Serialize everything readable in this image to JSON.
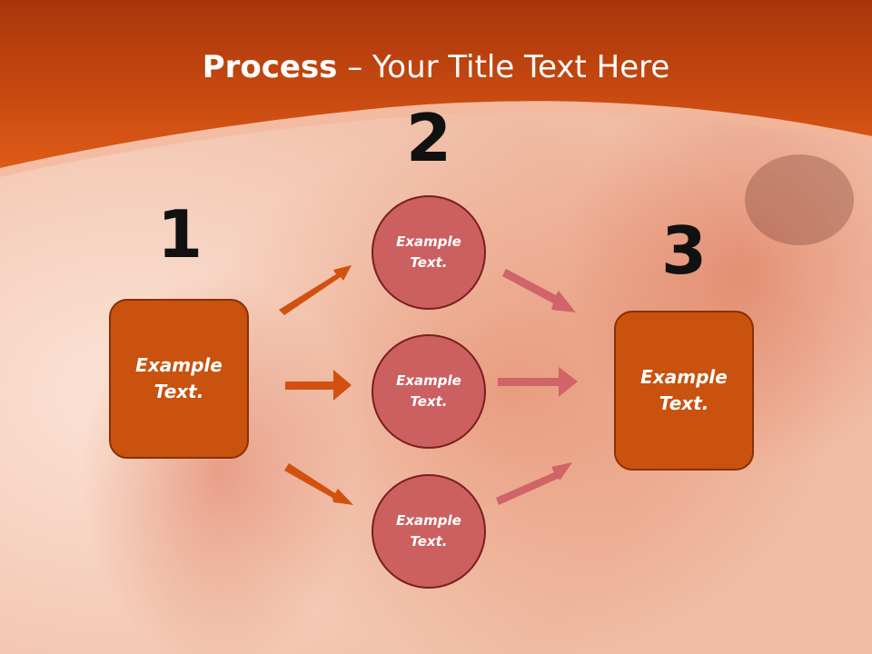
{
  "slide": {
    "title_bold": "Process",
    "title_rest": " – Your Title Text Here"
  },
  "steps": [
    {
      "number": "1",
      "text": "Example Text."
    },
    {
      "number": "2",
      "texts": [
        "Example Text.",
        "Example Text.",
        "Example Text."
      ]
    },
    {
      "number": "3",
      "text": "Example Text."
    }
  ],
  "colors": {
    "header": "#d9500f",
    "box": "#c9520f",
    "circle": "#cc5f60",
    "arrow_left": "#d2510f",
    "arrow_right": "#d06468"
  }
}
